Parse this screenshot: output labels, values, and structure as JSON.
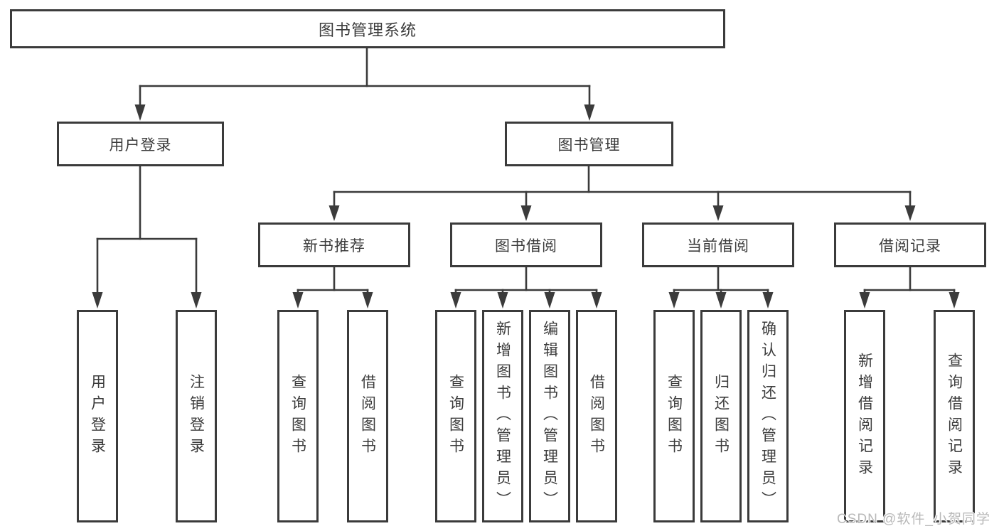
{
  "diagram_title": "图书管理系统",
  "tree": {
    "label": "图书管理系统",
    "children": [
      {
        "label": "用户登录",
        "children": [
          {
            "label": "用户登录"
          },
          {
            "label": "注销登录"
          }
        ]
      },
      {
        "label": "图书管理",
        "children": [
          {
            "label": "新书推荐",
            "children": [
              {
                "label": "查询图书"
              },
              {
                "label": "借阅图书"
              }
            ]
          },
          {
            "label": "图书借阅",
            "children": [
              {
                "label": "查询图书"
              },
              {
                "label": "新增图书（管理员）"
              },
              {
                "label": "编辑图书（管理员）"
              },
              {
                "label": "借阅图书"
              }
            ]
          },
          {
            "label": "当前借阅",
            "children": [
              {
                "label": "查询图书"
              },
              {
                "label": "归还图书"
              },
              {
                "label": "确认归还（管理员）"
              }
            ]
          },
          {
            "label": "借阅记录",
            "children": [
              {
                "label": "新增借阅记录"
              },
              {
                "label": "查询借阅记录"
              }
            ]
          }
        ]
      }
    ]
  },
  "watermark": "CSDN @软件_小贺同学",
  "colors": {
    "line": "#3b3b3b",
    "box_border": "#3b3b3b",
    "text": "#3c3c3c",
    "background": "#ffffff",
    "watermark": "#b9b9b9"
  }
}
